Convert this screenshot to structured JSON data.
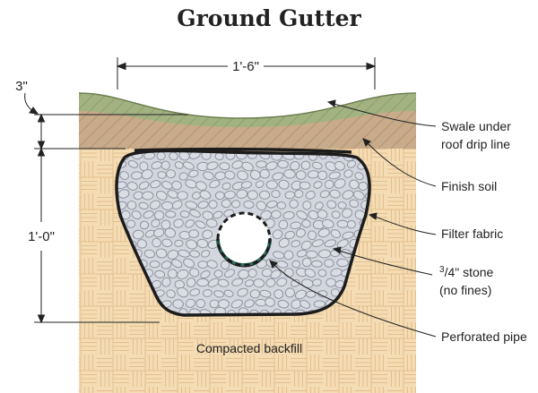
{
  "title": "Ground Gutter",
  "dimensions": {
    "width": "1'-6\"",
    "swale_depth": "3\"",
    "trench_depth": "1'-0\""
  },
  "labels": {
    "swale_line1": "Swale under",
    "swale_line2": "roof drip line",
    "finish_soil": "Finish soil",
    "filter_fabric": "Filter fabric",
    "stone_frac_num": "3",
    "stone_frac_rest": "/4\" stone",
    "stone_line2": "(no fines)",
    "perforated_pipe": "Perforated pipe",
    "compacted_backfill": "Compacted backfill"
  },
  "colors": {
    "backfill": "#f4dcb4",
    "backfill_lines": "#e3c08e",
    "soil": "#c7ab8a",
    "grass": "#a2b381",
    "stone_fill": "#d3d6de",
    "stone_outline": "#8e939e",
    "fabric": "#1c1c1c",
    "pipe_band": "#2f6e5f"
  }
}
